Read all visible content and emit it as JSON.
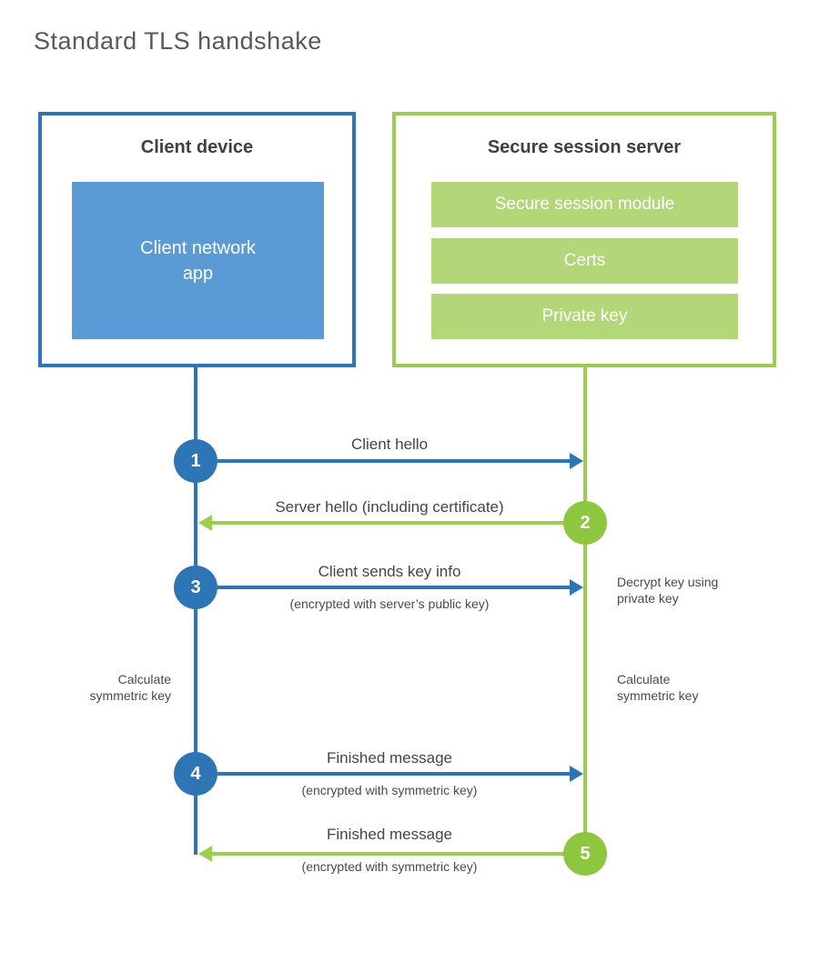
{
  "title": "Standard TLS handshake",
  "colors": {
    "blue_dark": "#2e75b6",
    "blue_light": "#5b9bd5",
    "green_line": "#9ccd52",
    "green_circle": "#8dc63f",
    "green_bar": "#b3d678",
    "heading_text": "#3f4041",
    "label_text": "#4a4a4b"
  },
  "client": {
    "title": "Client device",
    "app_label": "Client network app"
  },
  "server": {
    "title": "Secure session server",
    "modules": [
      "Secure session module",
      "Certs",
      "Private key"
    ]
  },
  "steps": [
    {
      "num": "1",
      "label": "Client hello",
      "sublabel": "",
      "direction": "right",
      "actor": "client"
    },
    {
      "num": "2",
      "label": "Server hello (including certificate)",
      "sublabel": "",
      "direction": "left",
      "actor": "server"
    },
    {
      "num": "3",
      "label": "Client sends key info",
      "sublabel": "(encrypted with server’s public key)",
      "direction": "right",
      "actor": "client"
    },
    {
      "num": "4",
      "label": "Finished message",
      "sublabel": "(encrypted with symmetric key)",
      "direction": "right",
      "actor": "client"
    },
    {
      "num": "5",
      "label": "Finished message",
      "sublabel": "(encrypted with symmetric key)",
      "direction": "left",
      "actor": "server"
    }
  ],
  "notes": {
    "decrypt": "Decrypt key using private key",
    "calc_left": "Calculate symmetric key",
    "calc_right": "Calculate symmetric key"
  }
}
